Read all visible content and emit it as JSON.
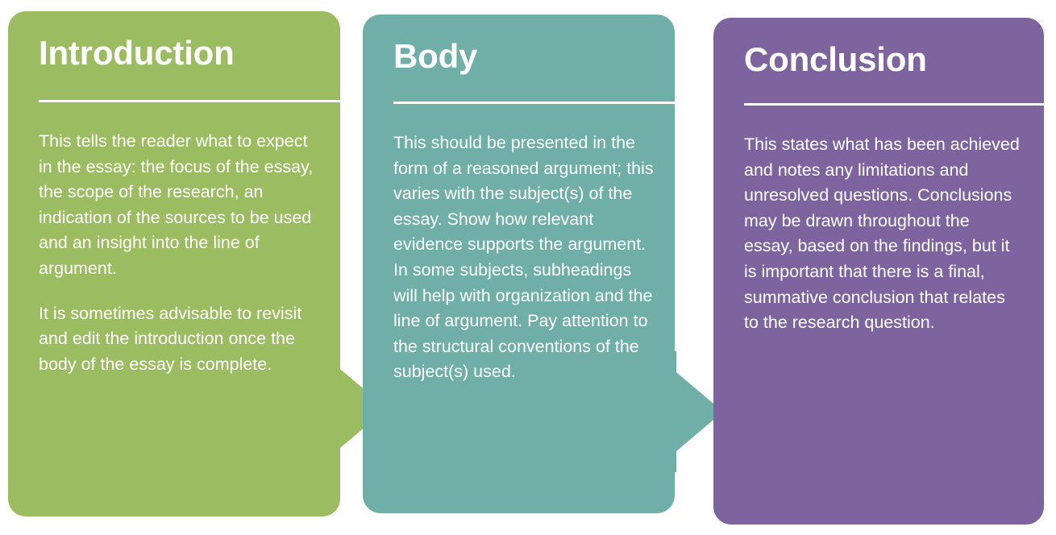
{
  "diagram": {
    "type": "process-flow",
    "orientation": "left-to-right",
    "background_color": "#FFFFFF",
    "stages": [
      {
        "id": "introduction",
        "title": "Introduction",
        "color": "#9CBC62",
        "color_name": "green",
        "paragraphs": [
          "This tells the reader what to expect in the essay: the focus of the essay, the scope of the research, an indication of the sources to be used and an insight into the line of argument.",
          "It is sometimes advisable to revisit and edit the introduction once the body of the essay is complete."
        ]
      },
      {
        "id": "body",
        "title": "Body",
        "color": "#6FAFA8",
        "color_name": "teal",
        "paragraphs": [
          "This should be presented in the form of a reasoned argument; this varies with the subject(s) of the essay. Show how relevant evidence supports the argument. In some subjects, subheadings will help with organization and the line of argument. Pay attention to the structural conventions of the subject(s) used."
        ]
      },
      {
        "id": "conclusion",
        "title": "Conclusion",
        "color": "#7D649F",
        "color_name": "purple",
        "paragraphs": [
          "This states what has been achieved and notes any limitations and unresolved questions. Conclusions may be drawn throughout the essay, based on the findings, but it is important that there is a final, summative conclusion that relates to the research question."
        ]
      }
    ],
    "connectors": [
      {
        "id": "introduction-to-body",
        "icon": "arrow-right-chevron",
        "from": "introduction",
        "to": "body",
        "color": "#9CBC62"
      },
      {
        "id": "body-to-conclusion",
        "icon": "arrow-right-chevron",
        "from": "body",
        "to": "conclusion",
        "color": "#6FAFA8"
      }
    ]
  }
}
